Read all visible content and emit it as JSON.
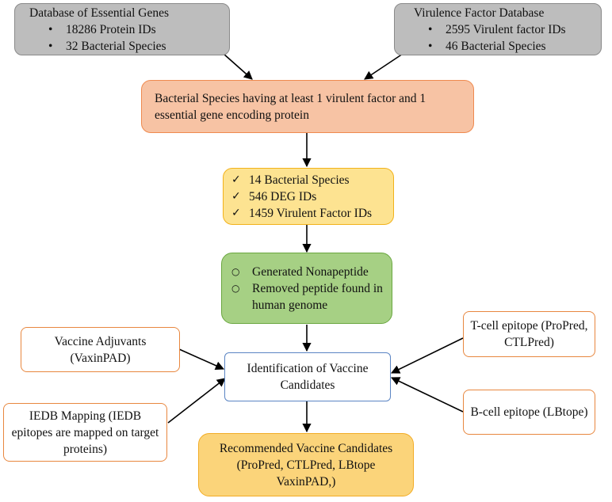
{
  "deg_box": {
    "title": "Database of Essential Genes",
    "items": [
      "18286 Protein IDs",
      "32 Bacterial Species"
    ]
  },
  "vfdb_box": {
    "title": "Virulence Factor Database",
    "items": [
      "2595 Virulent factor IDs",
      "46 Bacterial Species"
    ]
  },
  "species_box": {
    "text": "Bacterial Species having at least 1 virulent factor and 1 essential gene encoding protein"
  },
  "counts_box": {
    "items": [
      "14 Bacterial Species",
      "546 DEG IDs",
      "1459 Virulent Factor IDs"
    ]
  },
  "nonapeptide_box": {
    "items": [
      "Generated Nonapeptide",
      "Removed peptide found in human genome"
    ]
  },
  "adjuvants_box": {
    "text": "Vaccine Adjuvants (VaxinPAD)"
  },
  "iedb_box": {
    "text": "IEDB Mapping (IEDB epitopes are mapped on target proteins)"
  },
  "identification_box": {
    "text": "Identification of Vaccine Candidates"
  },
  "tcell_box": {
    "text": "T-cell epitope (ProPred, CTLPred)"
  },
  "bcell_box": {
    "text": "B-cell epitope (LBtope)"
  },
  "recommended_box": {
    "text": "Recommended Vaccine Candidates (ProPred, CTLPred, LBtope VaxinPAD,)"
  }
}
